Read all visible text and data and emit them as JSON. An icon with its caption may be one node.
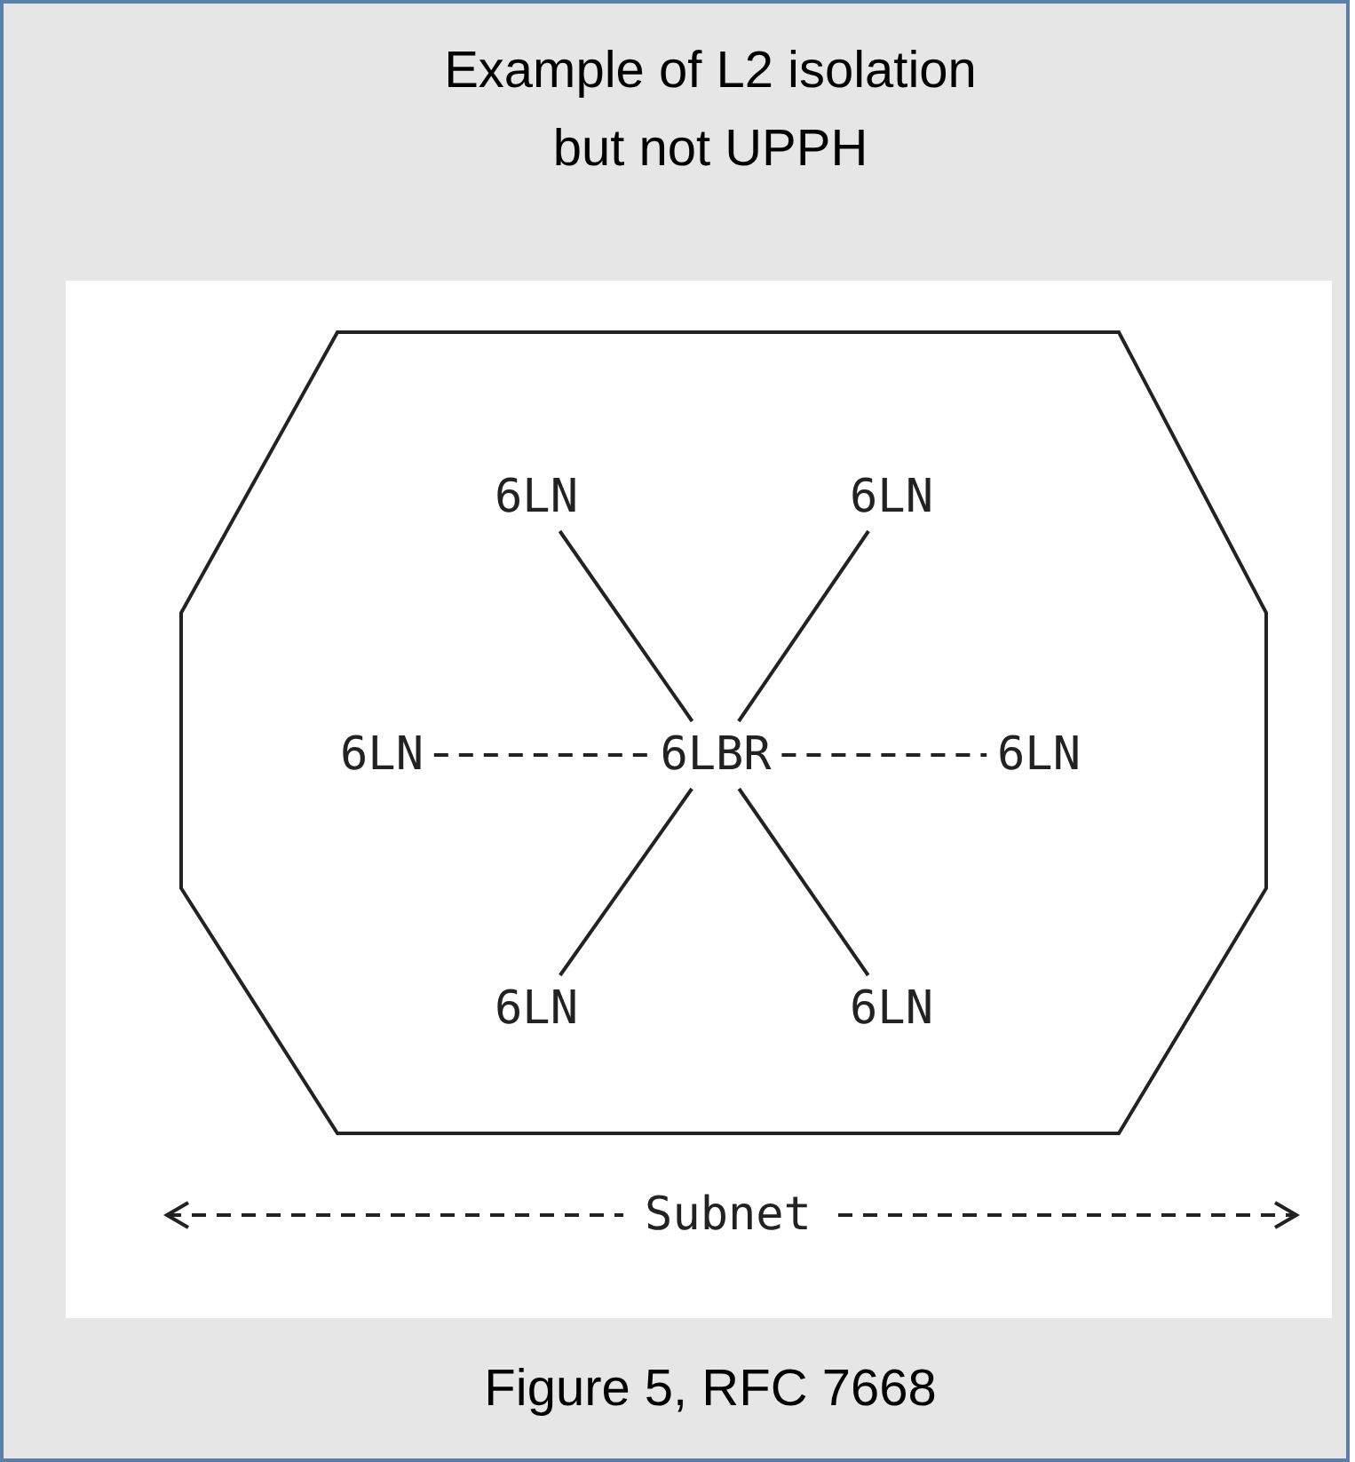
{
  "diagram": {
    "title": "Example of L2 isolation but not UPPH",
    "caption": "Figure 5, RFC 7668",
    "nodes": [
      {
        "text": [],
        "shape": "octagon"
      },
      {
        "text": [
          "6LN"
        ],
        "in": 0
      },
      {
        "text": [
          "6LN"
        ],
        "in": 0
      },
      {
        "text": [
          "6LN"
        ],
        "in": 0
      },
      {
        "text": [
          "6LBR"
        ],
        "in": 0
      },
      {
        "text": [
          "6LN"
        ],
        "in": 0
      },
      {
        "text": [
          "6LN"
        ],
        "in": 0
      },
      {
        "text": [
          "6LN"
        ],
        "in": 0
      }
    ],
    "edges": [
      {
        "from": 1,
        "to": 4,
        "arrow": "none"
      },
      {
        "from": 2,
        "to": 4,
        "arrow": "none"
      },
      {
        "from": 3,
        "to": 4,
        "arrow": "none",
        "style": "dashed"
      },
      {
        "from": 4,
        "to": 5,
        "arrow": "none",
        "style": "dashed"
      },
      {
        "from": 4,
        "to": 6,
        "arrow": "none"
      },
      {
        "from": 4,
        "to": 7,
        "arrow": "none"
      }
    ],
    "labels": [
      "Subnet"
    ]
  }
}
